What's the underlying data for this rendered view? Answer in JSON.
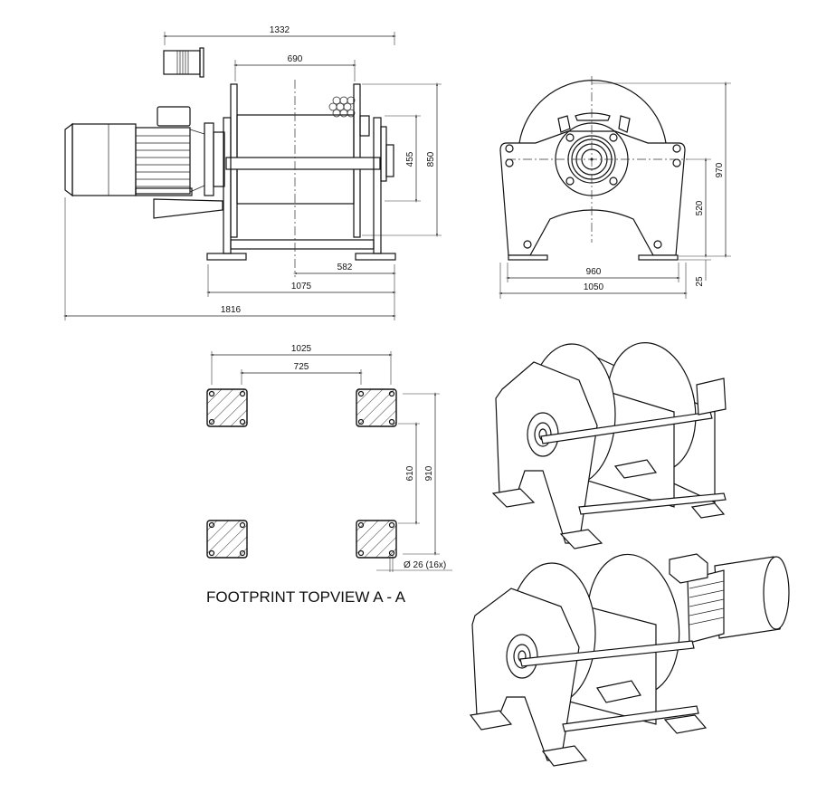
{
  "side_view": {
    "dims": {
      "overall_top": "1332",
      "drum_width": "690",
      "drum_diameter": "455",
      "flange_height": "850",
      "center_to_end": "582",
      "base_length": "1075",
      "overall_length": "1816"
    }
  },
  "front_view": {
    "dims": {
      "height": "970",
      "axis_height": "520",
      "foot_thickness": "25",
      "foot_spacing": "960",
      "overall_width": "1050"
    }
  },
  "footprint": {
    "title": "FOOTPRINT  TOPVIEW  A - A",
    "dims": {
      "outer_x": "1025",
      "inner_x": "725",
      "inner_y": "610",
      "outer_y": "910",
      "hole": "Ø 26 (16x)"
    }
  }
}
